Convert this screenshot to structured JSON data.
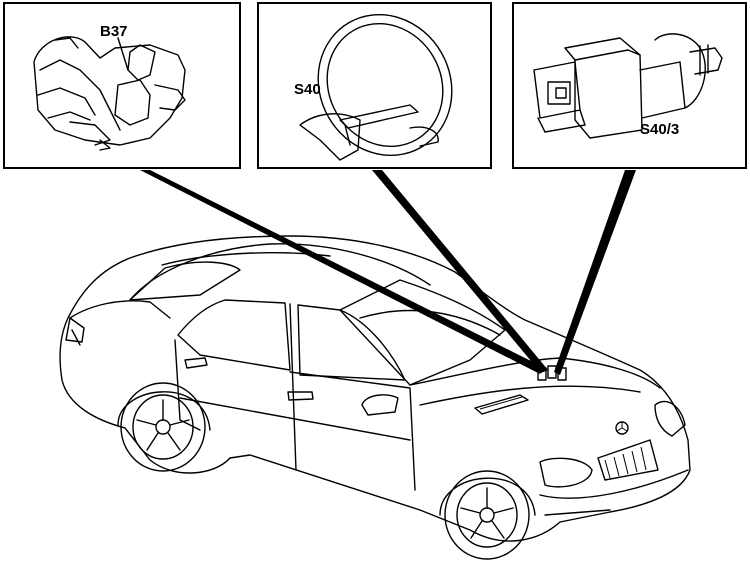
{
  "callouts": [
    {
      "id": "B37",
      "label": "B37"
    },
    {
      "id": "S40",
      "label": "S40"
    },
    {
      "id": "S40/3",
      "label": "S40/3"
    }
  ]
}
